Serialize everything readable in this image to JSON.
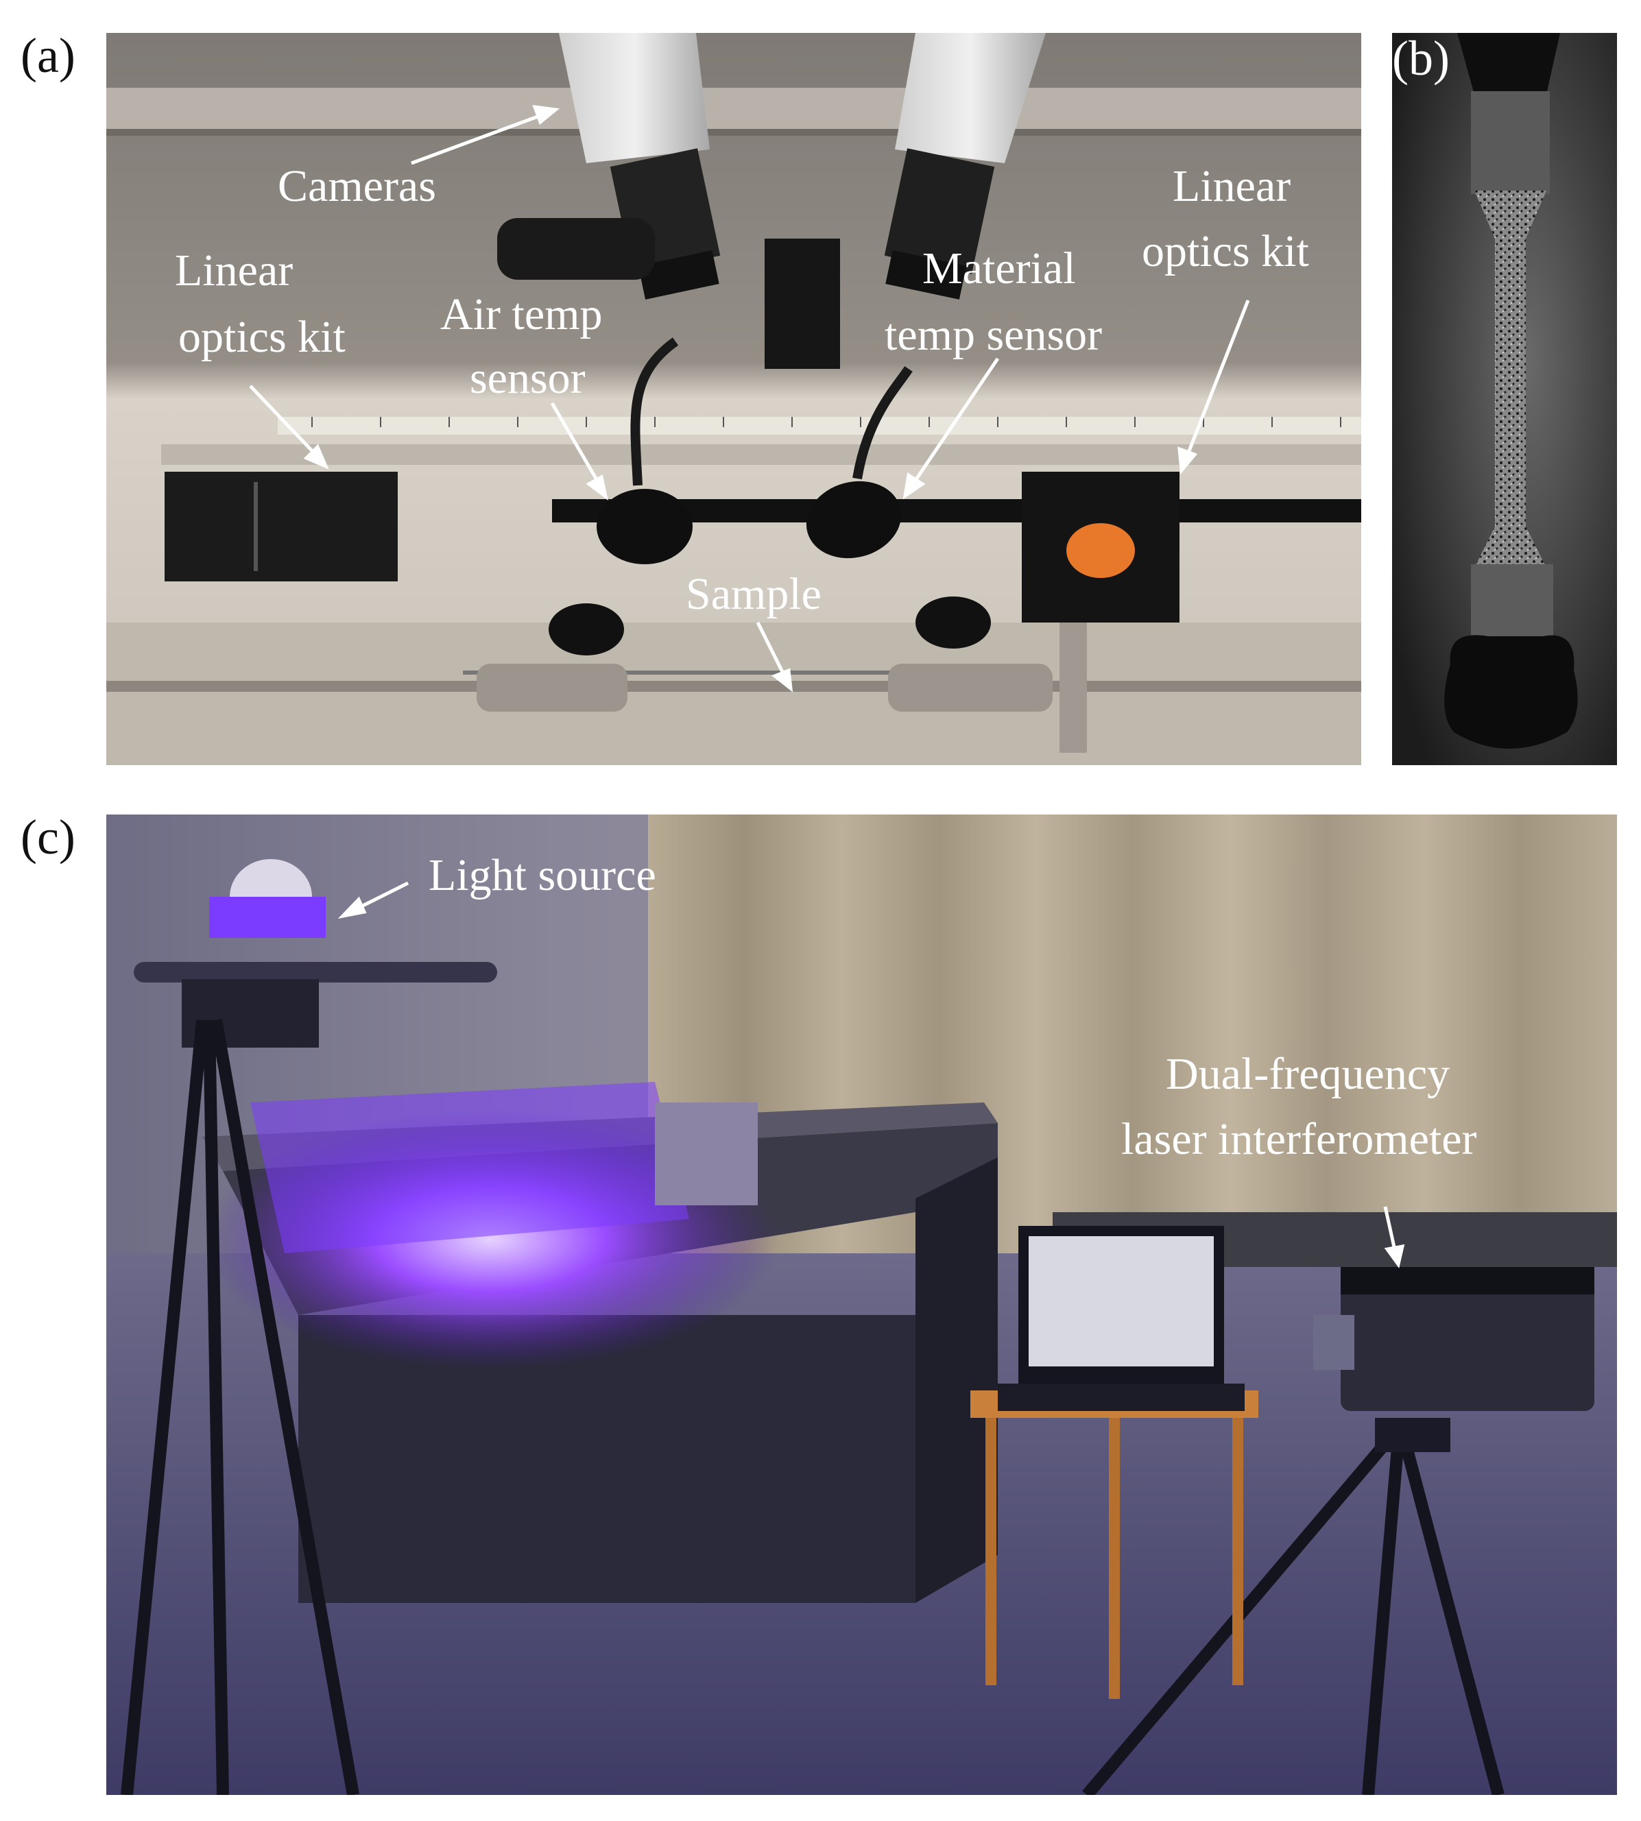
{
  "panels": {
    "a": {
      "label": "(a)",
      "annotations": {
        "cameras": "Cameras",
        "linear_kit_left_1": "Linear",
        "linear_kit_left_2": "optics kit",
        "air_temp_1": "Air temp",
        "air_temp_2": "sensor",
        "material_temp_1": "Material",
        "material_temp_2": "temp sensor",
        "linear_kit_right_1": "Linear",
        "linear_kit_right_2": "optics kit",
        "sample": "Sample"
      }
    },
    "b": {
      "label": "(b)"
    },
    "c": {
      "label": "(c)",
      "annotations": {
        "light_source": "Light source",
        "interferometer_1": "Dual-frequency",
        "interferometer_2": "laser interferometer"
      }
    }
  },
  "colors": {
    "panel_a_background": "#8a8580",
    "panel_b_background": "#3a3a3a",
    "panel_c_background": "#2e2a4a",
    "uv_light": "#7b3cff",
    "annotation_text": "#ffffff"
  }
}
